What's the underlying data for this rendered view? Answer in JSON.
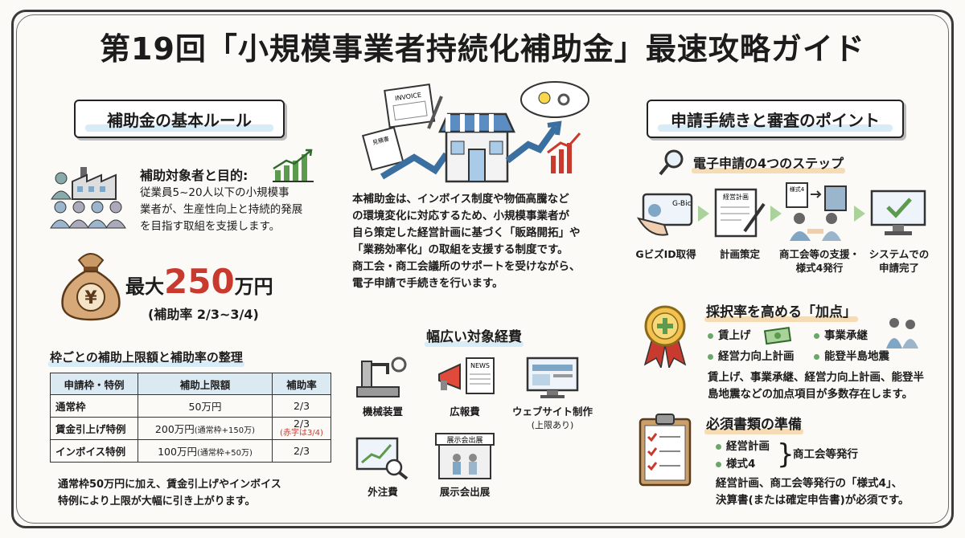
{
  "title": "第19回「小規模事業者持続化補助金」最速攻略ガイド",
  "left": {
    "section": "補助金の基本ルール",
    "target_heading": "補助対象者と目的:",
    "target_text": [
      "従業員5~20人以下の小規模事",
      "業者が、生産性向上と持続的発展",
      "を目指す取組を支援します。"
    ],
    "yen_symbol": "¥",
    "max_prefix": "最大",
    "max_amount": "250",
    "max_unit": "万円",
    "rate": "(補助率 2/3~3/4)",
    "table_heading": "枠ごとの補助上限額と補助率の整理",
    "table": {
      "headers": [
        "申請枠・特例",
        "補助上限額",
        "補助率"
      ],
      "rows": [
        {
          "cat": "通常枠",
          "limit": "50万円",
          "limit_note": "",
          "rate": "2/3",
          "rate_note": ""
        },
        {
          "cat": "賃金引上げ特例",
          "limit": "200万円",
          "limit_note": "(通常枠+150万)",
          "rate": "2/3",
          "rate_note": "(赤字は3/4)"
        },
        {
          "cat": "インボイス特例",
          "limit": "100万円",
          "limit_note": "(通常枠+50万)",
          "rate": "2/3",
          "rate_note": ""
        }
      ]
    },
    "note": [
      "通常枠50万円に加え、賃金引上げやインボイス",
      "特例により上限が大幅に引き上がります。"
    ]
  },
  "center": {
    "illus_invoice": "INVOICE",
    "illus_doc": "見積書",
    "description": [
      "本補助金は、インボイス制度や物価高騰など",
      "の環境変化に対応するため、小規模事業者が",
      "自ら策定した経営計画に基づく「販路開拓」や",
      "「業務効率化」の取組を支援する制度です。",
      "商工会・商工会議所のサポートを受けながら、",
      "電子申請で手続きを行います。"
    ],
    "expenses_heading": "幅広い対象経費",
    "expenses": [
      {
        "label": "機械装置",
        "note": ""
      },
      {
        "label": "広報費",
        "note": ""
      },
      {
        "label": "ウェブサイト制作",
        "note": "(上限あり)"
      },
      {
        "label": "外注費",
        "note": ""
      },
      {
        "label": "展示会出展",
        "note": ""
      }
    ],
    "news_label": "NEWS",
    "expo_sign": "展示会出展"
  },
  "right": {
    "section": "申請手続きと審査のポイント",
    "steps_heading": "電子申請の4つのステップ",
    "steps": [
      {
        "label": "GビズID取得"
      },
      {
        "label": "計画策定"
      },
      {
        "label": "商工会等の支援・",
        "label2": "様式4発行"
      },
      {
        "label": "システムでの",
        "label2": "申請完了"
      }
    ],
    "card_label": "G-Bic",
    "plan_doc_label": "経営計画",
    "form_doc_label": "様式4",
    "bonus_heading": "採択率を高める「加点」",
    "bonus_items": [
      "賃上げ",
      "事業承継",
      "経営力向上計画",
      "能登半島地震"
    ],
    "bonus_text": [
      "賃上げ、事業承継、経営力向上計画、能登半",
      "島地震などの加点項目が多数存在します。"
    ],
    "docs_heading": "必須書類の準備",
    "docs_items": [
      "経営計画",
      "様式4"
    ],
    "docs_issuer": "商工会等発行",
    "docs_text": [
      "経営計画、商工会等発行の「様式4」、",
      "決算書(または確定申告書)が必須です。"
    ]
  },
  "colors": {
    "accent_red": "#c83a2e",
    "header_blue": "#dbe9f3",
    "highlight_yellow": "#f5e7a9",
    "green": "#5c9a4e"
  }
}
